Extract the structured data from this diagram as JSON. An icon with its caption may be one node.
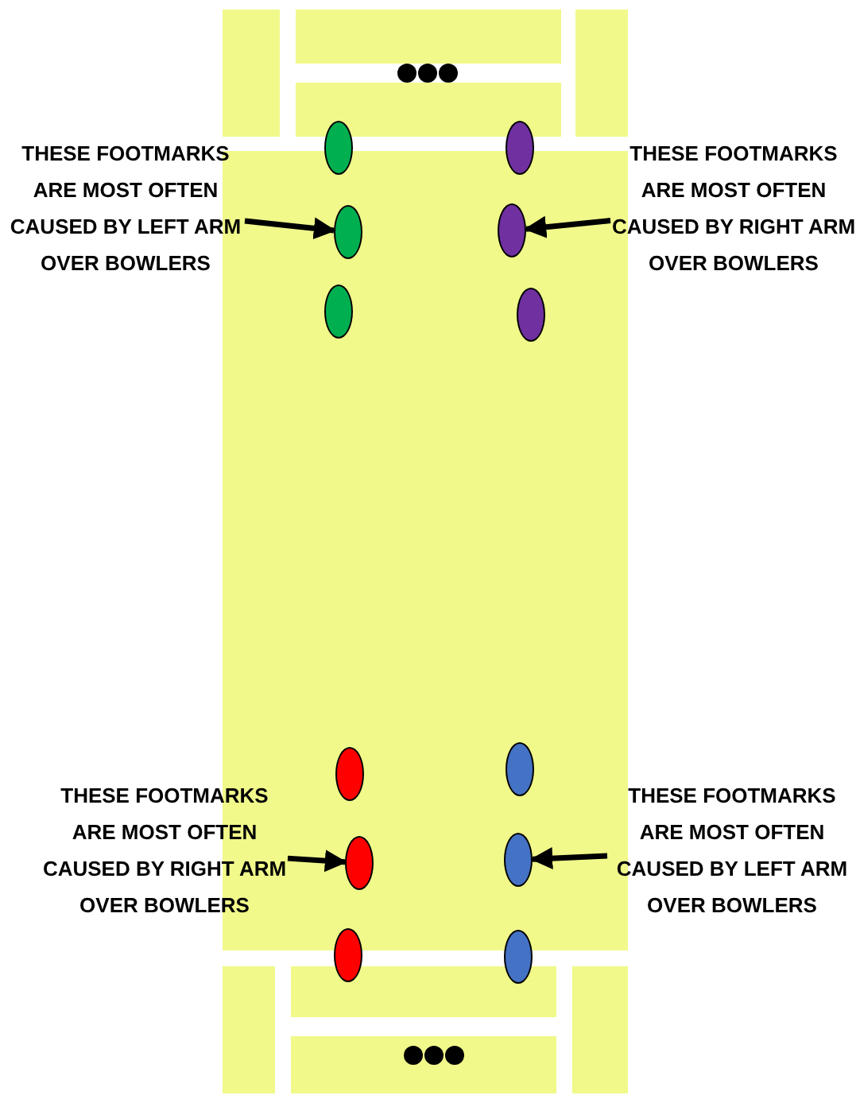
{
  "diagram": {
    "nodes": [
      {
        "text": [
          "THESE FOOTMARKS ARE MOST OFTEN CAUSED BY LEFT ARM OVER BOWLERS"
        ]
      },
      {
        "text": [
          "THESE FOOTMARKS ARE MOST OFTEN CAUSED BY RIGHT ARM OVER BOWLERS"
        ]
      },
      {
        "text": [],
        "shape": "circle"
      },
      {
        "text": [],
        "shape": "circle"
      },
      {
        "text": [],
        "shape": "circle"
      },
      {
        "text": [],
        "shape": "circle"
      },
      {
        "text": [],
        "shape": "circle"
      },
      {
        "text": [],
        "shape": "circle"
      },
      {
        "text": [
          "THESE FOOTMARKS ARE MOST OFTEN CAUSED BY RIGHT ARM OVER BOWLERS"
        ]
      },
      {
        "text": [
          "THESE FOOTMARKS ARE MOST OFTEN CAUSED BY LEFT ARM OVER BOWLERS"
        ]
      },
      {
        "text": [],
        "shape": "circle"
      },
      {
        "text": [],
        "shape": "circle"
      },
      {
        "text": [],
        "shape": "circle"
      },
      {
        "text": [],
        "shape": "circle"
      },
      {
        "text": [],
        "shape": "circle"
      },
      {
        "text": [],
        "shape": "circle"
      }
    ],
    "edges": [
      {
        "from": 0,
        "to": 4,
        "arrow": "to"
      },
      {
        "from": 1,
        "to": 5,
        "arrow": "to"
      },
      {
        "from": 8,
        "to": 12,
        "arrow": "to"
      },
      {
        "from": 9,
        "to": 13,
        "arrow": "to"
      }
    ]
  }
}
